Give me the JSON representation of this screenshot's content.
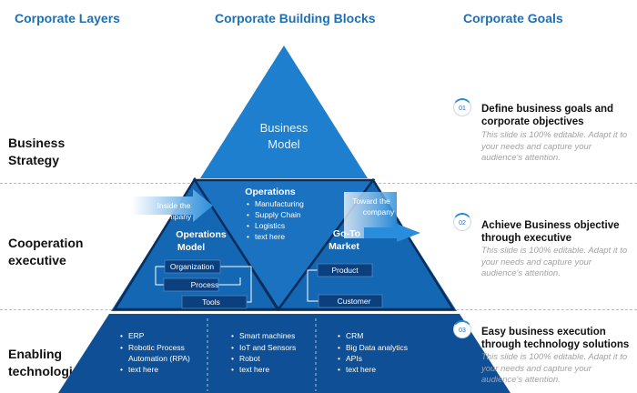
{
  "headers": {
    "layers": "Corporate Layers",
    "blocks": "Corporate Building Blocks",
    "goals": "Corporate Goals"
  },
  "layers": {
    "business": [
      "Business",
      "Strategy"
    ],
    "cooperation": [
      "Cooperation",
      "executive"
    ],
    "enabling": [
      "Enabling",
      "technologies"
    ]
  },
  "pyramid": {
    "top_label": [
      "Business",
      "Model"
    ],
    "operations": {
      "title": "Operations",
      "items": [
        "Manufacturing",
        "Supply Chain",
        "Logistics",
        "text here"
      ]
    },
    "operations_model": {
      "title": [
        "Operations",
        "Model"
      ],
      "boxes": [
        "Organization",
        "Process",
        "Tools"
      ]
    },
    "go_to_market": {
      "title": [
        "Go-To",
        "Market"
      ],
      "boxes": [
        "Product",
        "Customer"
      ]
    },
    "inside_arrow": [
      "Inside  the",
      "company"
    ],
    "toward_arrow": [
      "Toward  the",
      "company"
    ],
    "bottom_columns": [
      [
        "ERP",
        "Robotic Process",
        "Automation (RPA)",
        "text here"
      ],
      [
        "Smart machines",
        "IoT and Sensors",
        "Robot",
        "text here"
      ],
      [
        "CRM",
        "Big Data analytics",
        "APIs",
        "text here"
      ]
    ]
  },
  "goals": [
    {
      "num": "01",
      "title": "Define business goals and corporate objectives",
      "desc": "This slide is 100% editable. Adapt it to your needs and capture your audience's attention."
    },
    {
      "num": "02",
      "title": "Achieve Business objective through executive",
      "desc": "This slide is 100% editable. Adapt it to your needs and capture your audience's attention."
    },
    {
      "num": "03",
      "title": "Easy business execution through technology solutions",
      "desc": "This slide is 100% editable. Adapt it to your needs and capture your audience's attention."
    }
  ],
  "colors": {
    "header_blue": "#1f6fb2",
    "top_fill": "#1e7fcf",
    "middle_fill": "#1467b2",
    "bottom_fill": "#0f4f95",
    "box_fill": "#0b3f7d"
  }
}
